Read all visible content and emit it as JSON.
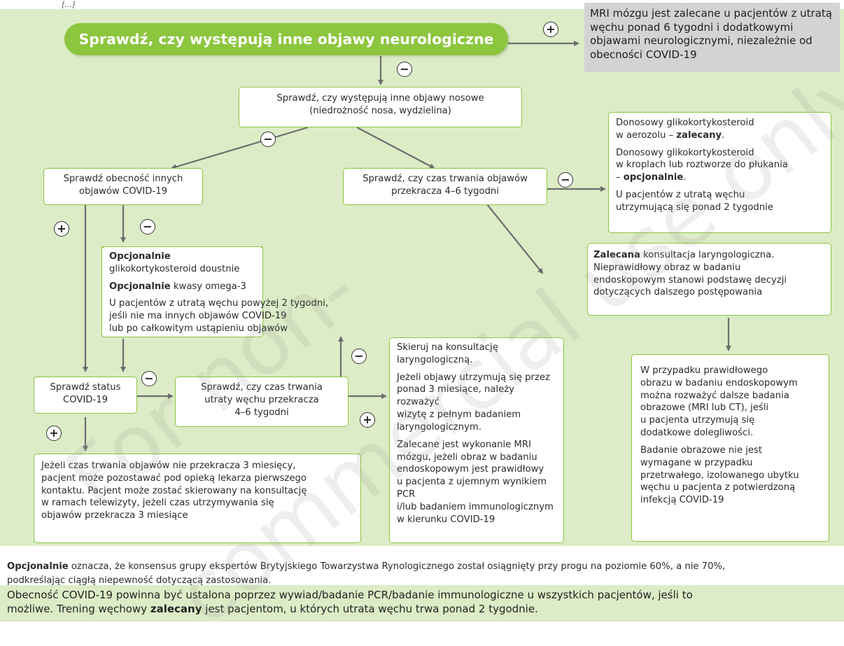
{
  "top_fragment": "[…]",
  "header_box": "Sprawdź, czy występują inne objawy neurologiczne",
  "mri_box": "MRI mózgu jest zalecane u pacjentów z utratą węchu ponad 6 tygodni i dodatkowymi objawami neurologicznymi, niezależnie od obecności COVID-19",
  "nasal_box": {
    "line1": "Sprawdź, czy występują inne objawy nosowe",
    "line2": "(niedrożność nosa, wydzielina)"
  },
  "covid_symptoms_box": {
    "line1": "Sprawdź obecność innych",
    "line2": "objawów COVID-19"
  },
  "duration_top_box": {
    "line1": "Sprawdź, czy czas trwania objawów",
    "line2": "przekracza 4–6 tygodni"
  },
  "steroid_box": {
    "p1_a": "Donosowy glikokortykosteroid",
    "p1_b": "w aerozolu – ",
    "p1_bold": "zalecany",
    "p1_end": ".",
    "p2_a": "Donosowy glikokortykosteroid",
    "p2_b": "w kroplach lub roztworze do płukania",
    "p2_c": "– ",
    "p2_bold": "opcjonalnie",
    "p2_end": ".",
    "p3_a": "U pacjentów z utratą węchu",
    "p3_b": "utrzymującą się ponad 2 tygodnie"
  },
  "ent_box": {
    "bold": "Zalecana",
    "rest": " konsultacja laryngologiczna.",
    "line2": "Nieprawidłowy obraz w badaniu",
    "line3": "endoskopowym stanowi podstawę decyzji",
    "line4": "dotyczących dalszego postępowania"
  },
  "optional_box": {
    "p1_bold": "Opcjonalnie",
    "p1_rest": " glikokortykosteroid doustnie",
    "p2_bold": "Opcjonalnie",
    "p2_rest": " kwasy omega-3",
    "p3_a": "U pacjentów z utratą węchu powyżej 2 tygodni,",
    "p3_b": "jeśli nie ma innych objawów COVID-19",
    "p3_c": "lub po całkowitym ustąpieniu objawów"
  },
  "status_box": {
    "line1": "Sprawdź status",
    "line2": "COVID-19"
  },
  "duration_mid_box": {
    "line1": "Sprawdź, czy czas trwania",
    "line2": "utraty węchu przekracza",
    "line3": "4–6 tygodni"
  },
  "refer_box": {
    "p1_a": "Skieruj na konsultację",
    "p1_b": "laryngologiczną.",
    "p2_a": "Jeżeli objawy utrzymują się przez",
    "p2_b": "ponad 3 miesiące, należy rozważyć",
    "p2_c": "wizytę z pełnym badaniem",
    "p2_d": "laryngologicznym.",
    "p3_a": "Zalecane jest wykonanie MRI",
    "p3_b": "mózgu, jeżeli obraz w badaniu",
    "p3_c": "endoskopowym jest prawidłowy",
    "p3_d": "u pacjenta z ujemnym wynikiem PCR",
    "p3_e": "i/lub badaniem immunologicznym",
    "p3_f": "w kierunku COVID-19"
  },
  "imaging_box": {
    "p1_a": "W przypadku prawidłowego",
    "p1_b": "obrazu w badaniu endoskopowym",
    "p1_c": "można rozważyć dalsze badania",
    "p1_d": "obrazowe (MRI lub CT), jeśli",
    "p1_e": "u pacjenta utrzymują się",
    "p1_f": "dodatkowe dolegliwości.",
    "p2_a": "Badanie obrazowe nie jest",
    "p2_b": "wymagane w przypadku",
    "p2_c": "przetrwałego, izolowanego ubytku",
    "p2_d": "węchu u pacjenta z potwierdzoną",
    "p2_e": "infekcją COVID-19"
  },
  "gp_box": {
    "l1": "Jeżeli czas trwania objawów nie przekracza 3 miesięcy,",
    "l2": "pacjent może pozostawać pod opieką lekarza pierwszego",
    "l3": "kontaktu. Pacjent może zostać skierowany na konsultację",
    "l4": "w ramach telewizyty, jeżeli czas utrzymywania się",
    "l5": "objawów przekracza 3 miesiące"
  },
  "signs": {
    "plus": "+",
    "minus": "−"
  },
  "footnote": {
    "bold": "Opcjonalnie",
    "rest_l1": " oznacza, że konsensus grupy ekspertów Brytyjskiego Towarzystwa Rynologicznego został osiągnięty przy progu na poziomie 60%, a nie 70%,",
    "l2": "podkreślając ciągłą niepewność dotyczącą zastosowania."
  },
  "bottom_note": {
    "l1": "Obecność COVID-19 powinna być ustalona poprzez wywiad/badanie PCR/badanie immunologiczne u wszystkich pacjentów, jeśli to",
    "l2_a": "możliwe. Trening węchowy ",
    "l2_bold": "zalecany",
    "l2_b": " jest pacjentom, u których utrata węchu trwa ponad 2 tygodnie."
  },
  "watermark": {
    "line1": "For non-",
    "line2": "commercial use only"
  },
  "colors": {
    "accent_green": "#8cc63f",
    "panel_green": "#dcecc6",
    "grey_box": "#d3d3d3",
    "arrow": "#6d6d6d"
  }
}
